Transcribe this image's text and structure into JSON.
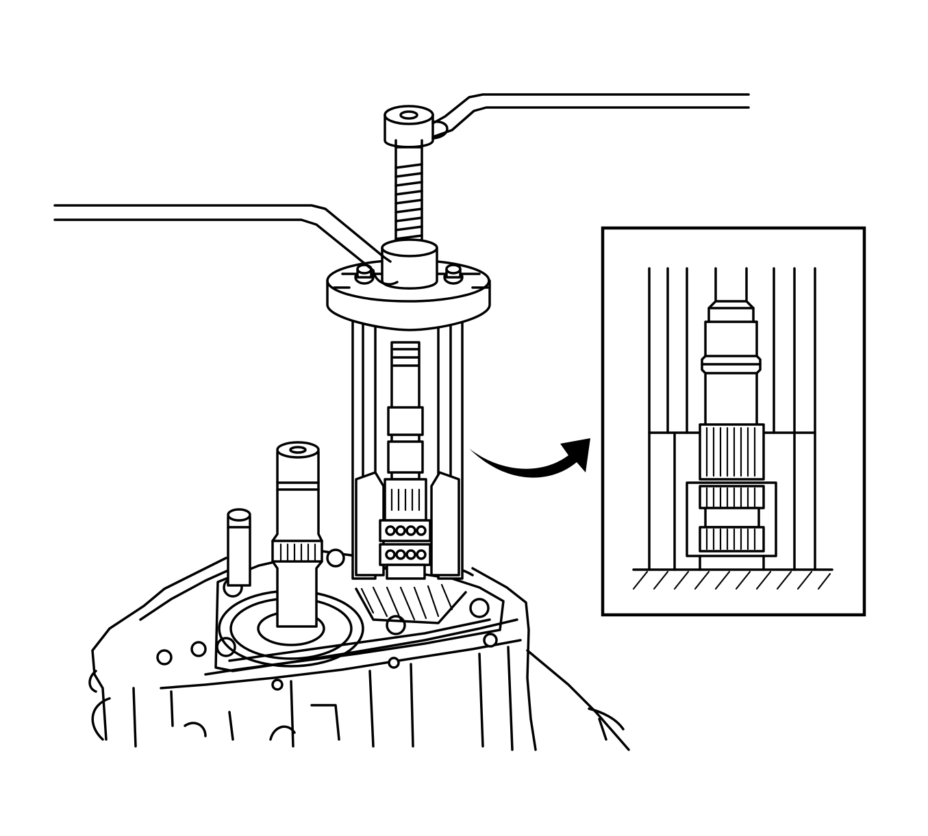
{
  "figure": {
    "type": "technical-line-illustration",
    "colors": {
      "line": "#000000",
      "background": "#ffffff"
    },
    "components": [
      "transmission-case",
      "main-shaft",
      "countershaft-gear",
      "press-tool",
      "forcing-screw",
      "hex-nut",
      "wrench-upper",
      "wrench-lower",
      "callout-arrow",
      "detail-inset"
    ]
  }
}
